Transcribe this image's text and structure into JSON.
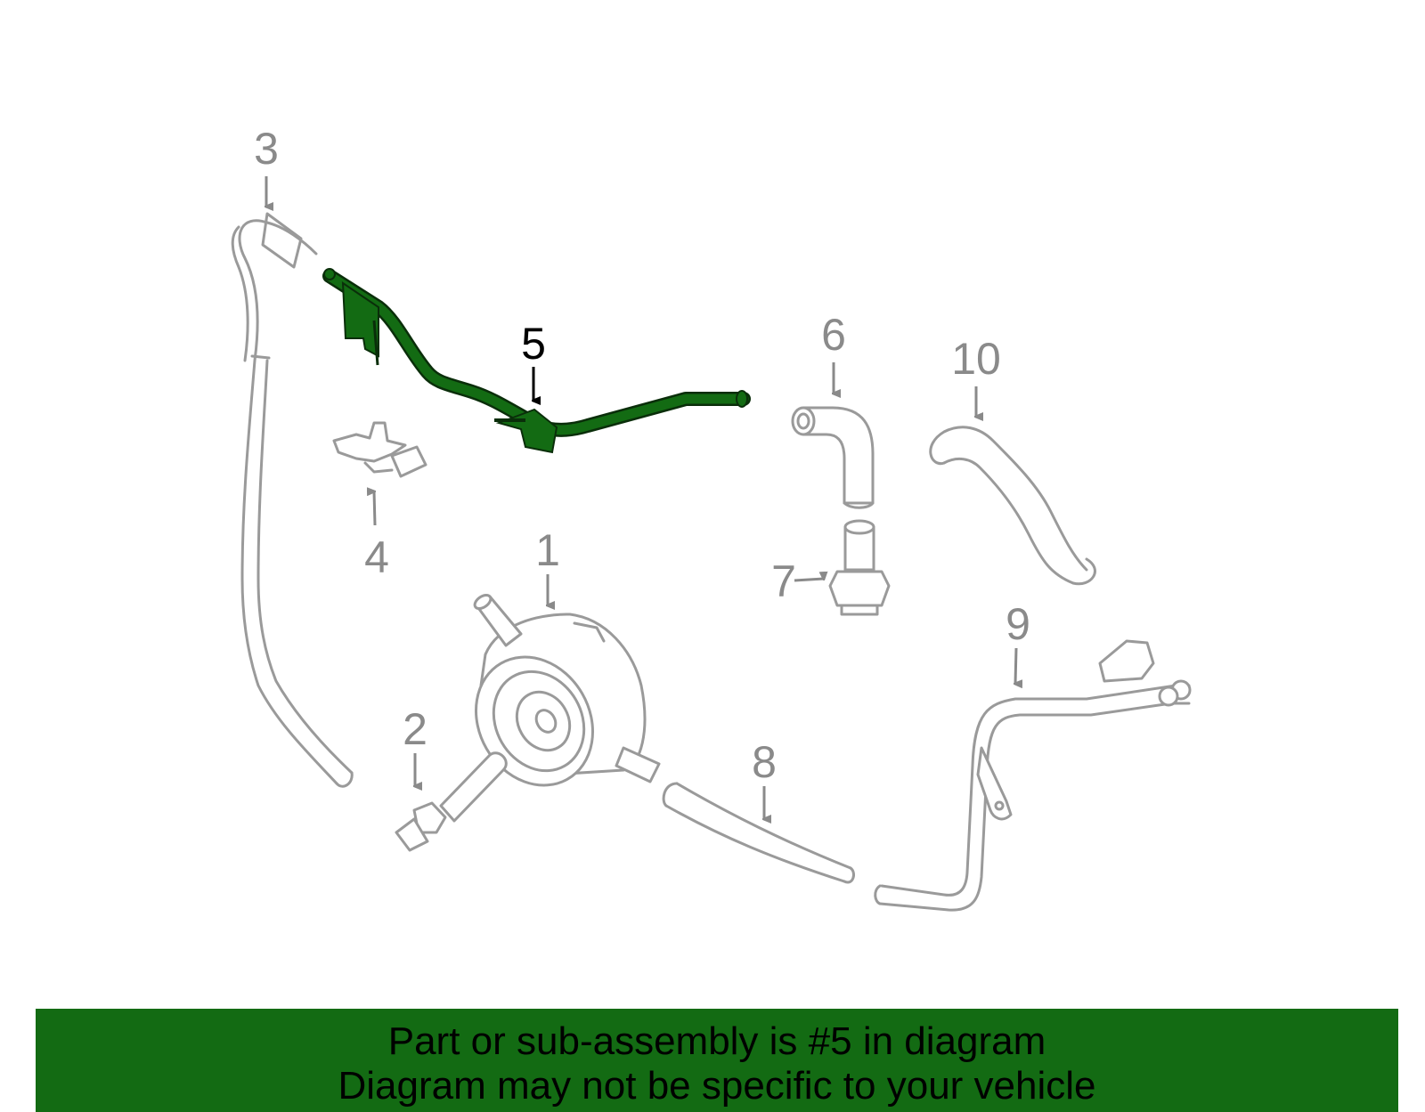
{
  "diagram": {
    "highlighted_part": "5",
    "highlight_color": "#136b13",
    "dim_color": "#9a9a9a",
    "callouts": [
      {
        "id": "1",
        "label": "1"
      },
      {
        "id": "2",
        "label": "2"
      },
      {
        "id": "3",
        "label": "3"
      },
      {
        "id": "4",
        "label": "4"
      },
      {
        "id": "5",
        "label": "5"
      },
      {
        "id": "6",
        "label": "6"
      },
      {
        "id": "7",
        "label": "7"
      },
      {
        "id": "8",
        "label": "8"
      },
      {
        "id": "9",
        "label": "9"
      },
      {
        "id": "10",
        "label": "10"
      }
    ]
  },
  "banner": {
    "background": "#136b13",
    "line1": "Part or sub-assembly is #5 in diagram",
    "line2": "Diagram may not be specific to your vehicle"
  }
}
